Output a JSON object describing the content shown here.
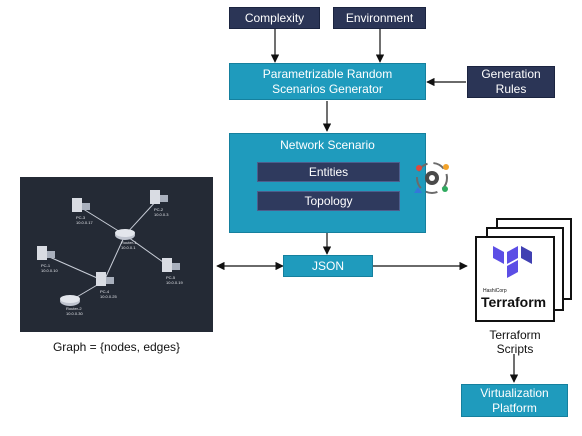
{
  "inputs": {
    "complexity": "Complexity",
    "environment": "Environment"
  },
  "generator": {
    "line1": "Parametrizable Random",
    "line2": "Scenarios Generator"
  },
  "generation_rules": {
    "line1": "Generation",
    "line2": "Rules"
  },
  "network_scenario": {
    "title": "Network Scenario",
    "entities": "Entities",
    "topology": "Topology"
  },
  "json_label": "JSON",
  "graph_caption": "Graph = {nodes, edges}",
  "terraform": {
    "brand_small": "HashiCorp",
    "brand": "Terraform",
    "caption_line1": "Terraform",
    "caption_line2": "Scripts"
  },
  "virtualization": {
    "line1": "Virtualization",
    "line2": "Platform"
  },
  "graph_nodes": [
    {
      "name": "PC-3",
      "ip": "10.0.0.17"
    },
    {
      "name": "PC-2",
      "ip": "10.0.0.3"
    },
    {
      "name": "Router-1",
      "ip": "10.0.0.1"
    },
    {
      "name": "PC-1",
      "ip": "10.0.0.10"
    },
    {
      "name": "PC-4",
      "ip": "10.0.0.25"
    },
    {
      "name": "PC-5",
      "ip": "10.0.0.19"
    },
    {
      "name": "Router-2",
      "ip": "10.0.0.30"
    }
  ],
  "colors": {
    "navy": "#2b3556",
    "teal": "#1f9bbd",
    "graph_bg": "#242a35",
    "terraform_purple": "#5c4ee5"
  }
}
